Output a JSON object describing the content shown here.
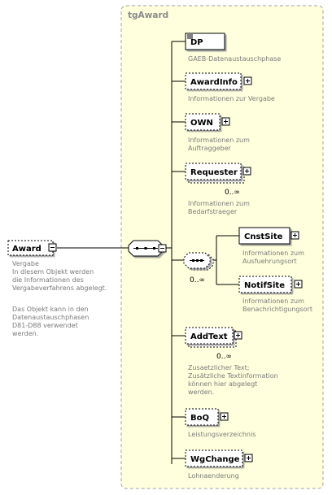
{
  "group": {
    "title": "tgAward"
  },
  "root": {
    "name": "Award",
    "doc_lines": [
      "Vergabe",
      "In diesem Objekt werden",
      "die Informationen des",
      "Vergabeverfahrens abgelegt.",
      "",
      "Das Objekt kann in den",
      "Datenaustauschphasen",
      "D81-D88 verwendet",
      "werden."
    ]
  },
  "choice": {
    "occurs": "0..∞"
  },
  "elements": [
    {
      "name": "DP",
      "doc_lines": [
        "GAEB-Datenaustauschphase"
      ],
      "occurs": ""
    },
    {
      "name": "AwardInfo",
      "doc_lines": [
        "Informationen zur Vergabe"
      ],
      "occurs": ""
    },
    {
      "name": "OWN",
      "doc_lines": [
        "Informationen zum",
        "Auftraggeber"
      ],
      "occurs": ""
    },
    {
      "name": "Requester",
      "doc_lines": [
        "Informationen zum",
        "Bedarfstraeger"
      ],
      "occurs": "0..∞"
    },
    {
      "name": "AddText",
      "doc_lines": [
        "Zusaetzlicher Text;",
        "Zusätzliche Textinformation",
        "können hier abgelegt",
        "werden."
      ],
      "occurs": "0..∞"
    },
    {
      "name": "BoQ",
      "doc_lines": [
        "Leistungsverzeichnis"
      ],
      "occurs": ""
    },
    {
      "name": "WgChange",
      "doc_lines": [
        "Lohnaenderung"
      ],
      "occurs": ""
    }
  ],
  "choice_elements": [
    {
      "name": "CnstSite",
      "doc_lines": [
        "Informationen zum",
        "Ausfuehrungsort"
      ]
    },
    {
      "name": "NotifSite",
      "doc_lines": [
        "Informationen zum",
        "Benachrichtigungsort"
      ]
    }
  ]
}
